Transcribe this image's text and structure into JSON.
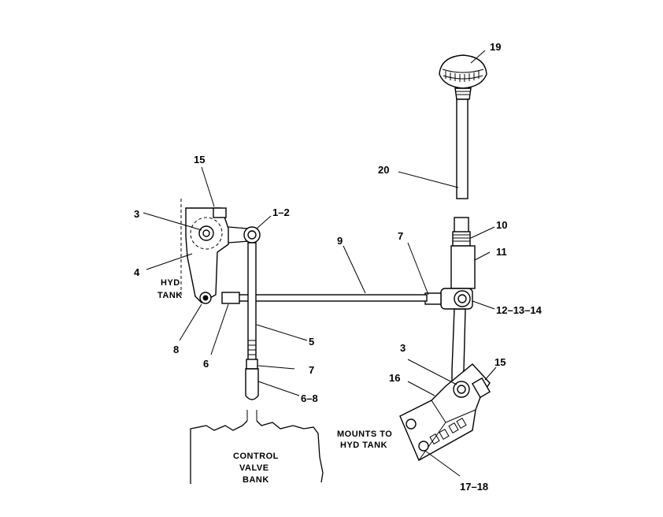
{
  "labels": {
    "l1_2": "1–2",
    "l3a": "3",
    "l3b": "3",
    "l4": "4",
    "l5": "5",
    "l6a": "6",
    "l6_8": "6–8",
    "l7a": "7",
    "l7b": "7",
    "l8": "8",
    "l9": "9",
    "l10": "10",
    "l11": "11",
    "l12_13_14": "12–13–14",
    "l15a": "15",
    "l15b": "15",
    "l16": "16",
    "l17_18": "17–18",
    "l19": "19",
    "l20": "20"
  },
  "notes": {
    "hyd_tank": [
      "HYD",
      "TANK"
    ],
    "control_valve": [
      "CONTROL",
      "VALVE",
      "BANK"
    ],
    "mounts": [
      "MOUNTS TO",
      "HYD TANK"
    ]
  }
}
